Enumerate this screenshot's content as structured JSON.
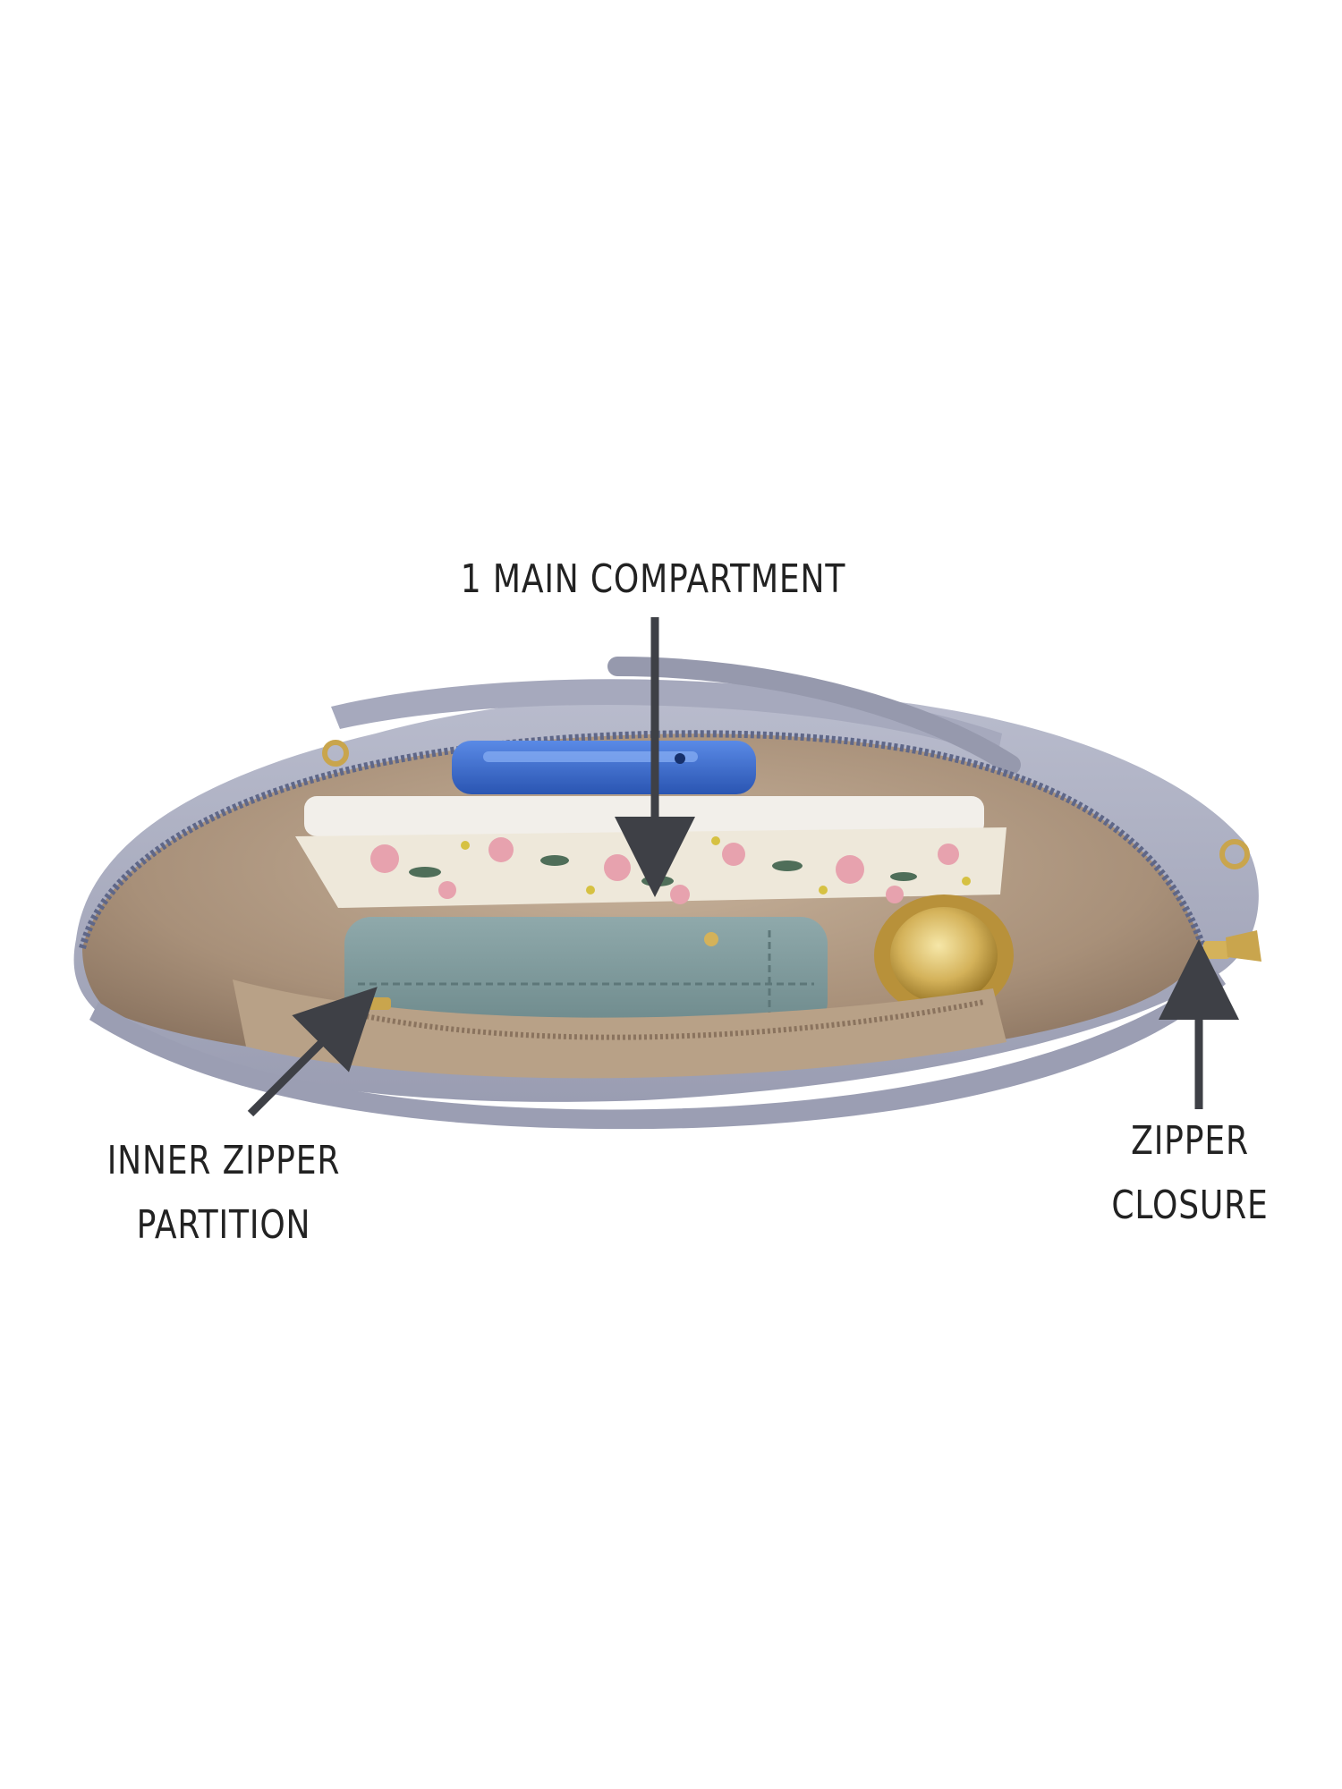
{
  "callouts": {
    "main_compartment": "1 MAIN COMPARTMENT",
    "inner_zipper_line1": "INNER ZIPPER",
    "inner_zipper_line2": "PARTITION",
    "zipper_closure_line1": "ZIPPER",
    "zipper_closure_line2": "CLOSURE"
  },
  "colors": {
    "background": "#ffffff",
    "bag_shell": "#a9acc0",
    "lining": "#b39b82",
    "arrow": "#3e4046",
    "gold_hardware": "#d4b25a",
    "phone_blue": "#3c6fd1",
    "wallet_teal": "#7d9a9c"
  }
}
